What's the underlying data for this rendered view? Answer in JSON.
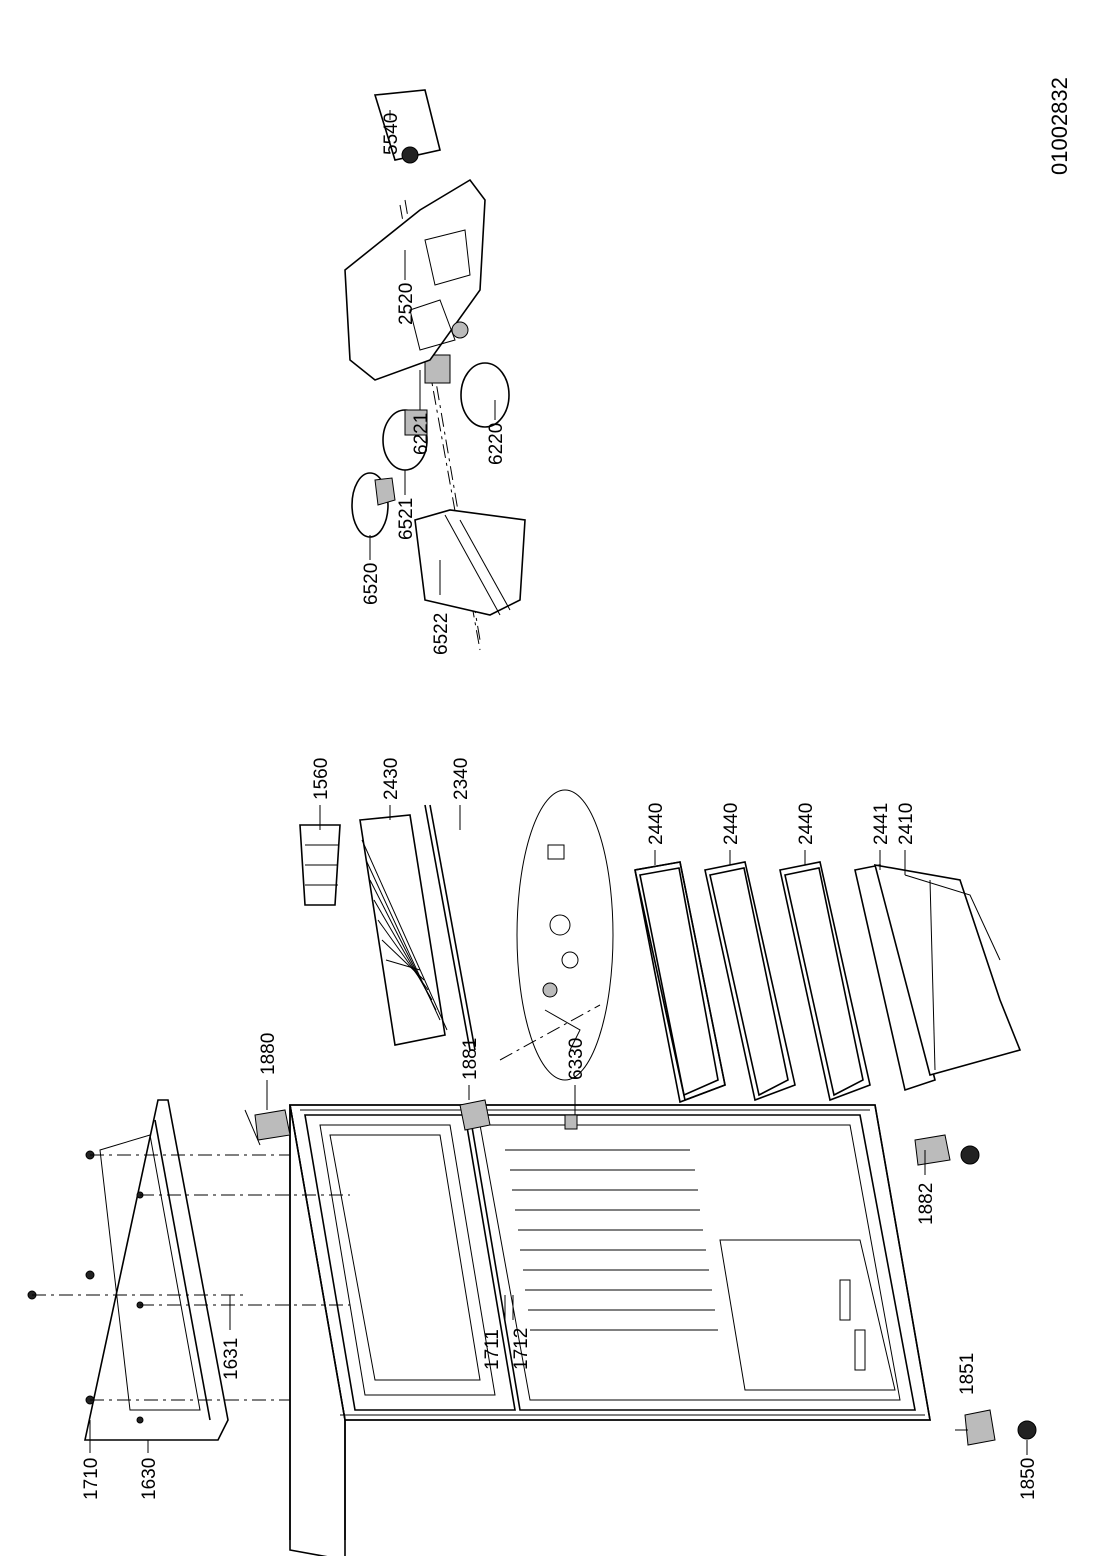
{
  "drawing_number": "01002832",
  "part_labels": {
    "p1710": "1710",
    "p1630": "1630",
    "p1631": "1631",
    "p1880": "1880",
    "p1711": "1711",
    "p1712": "1712",
    "p1881": "1881",
    "p1851": "1851",
    "p1850": "1850",
    "p1882": "1882",
    "p6330": "6330",
    "p1560": "1560",
    "p2430": "2430",
    "p2340": "2340",
    "p2440a": "2440",
    "p2440b": "2440",
    "p2440c": "2440",
    "p2441": "2441",
    "p2410": "2410",
    "p6522": "6522",
    "p6520": "6520",
    "p6521": "6521",
    "p6220": "6220",
    "p6221": "6221",
    "p2520": "2520",
    "p5540": "5540"
  }
}
